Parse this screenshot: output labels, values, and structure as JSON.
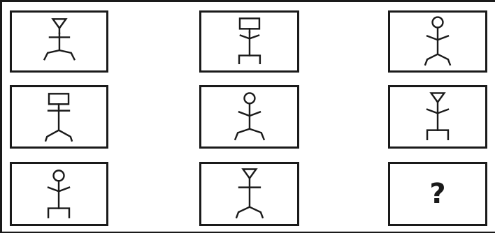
{
  "puzzle": {
    "grid": [
      [
        {
          "head": "triangle",
          "arms": "straight",
          "legs": "bent-down"
        },
        {
          "head": "square",
          "arms": "raised",
          "legs": "bent-up"
        },
        {
          "head": "circle",
          "arms": "raised",
          "legs": "angled"
        }
      ],
      [
        {
          "head": "square",
          "arms": "straight",
          "legs": "angled"
        },
        {
          "head": "circle",
          "arms": "raised",
          "legs": "bent-down"
        },
        {
          "head": "triangle",
          "arms": "raised",
          "legs": "bent-up"
        }
      ],
      [
        {
          "head": "circle",
          "arms": "raised",
          "legs": "bent-up"
        },
        {
          "head": "triangle",
          "arms": "straight",
          "legs": "angled"
        },
        {
          "head": "missing",
          "arms": "missing",
          "legs": "missing"
        }
      ]
    ],
    "missing_label": "?"
  }
}
